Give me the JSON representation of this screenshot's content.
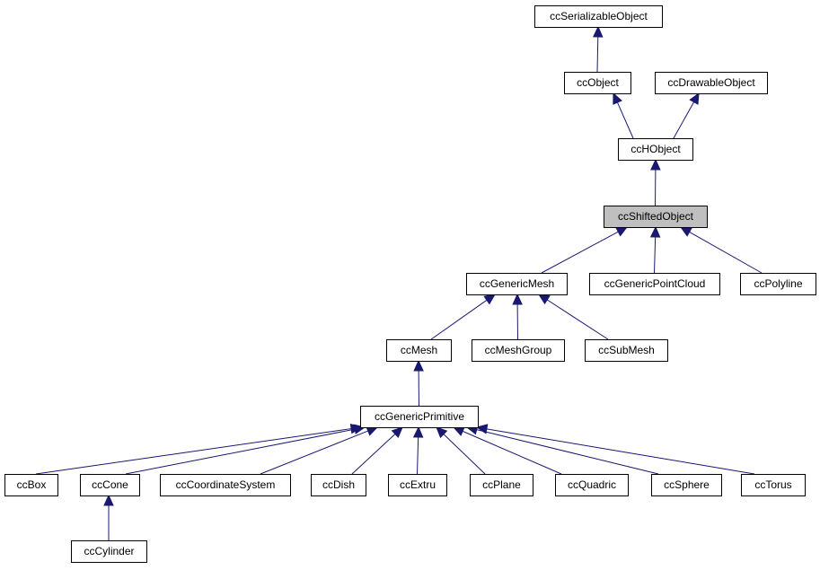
{
  "diagram": {
    "type": "class-inheritance-graph",
    "colors": {
      "node_fill": "#ffffff",
      "highlight_fill": "#bfbfbf",
      "border": "#000000",
      "edge": "#191970"
    },
    "highlighted": "ccShiftedObject",
    "nodes": [
      {
        "id": "ccSerializableObject",
        "label": "ccSerializableObject"
      },
      {
        "id": "ccObject",
        "label": "ccObject"
      },
      {
        "id": "ccDrawableObject",
        "label": "ccDrawableObject"
      },
      {
        "id": "ccHObject",
        "label": "ccHObject"
      },
      {
        "id": "ccShiftedObject",
        "label": "ccShiftedObject"
      },
      {
        "id": "ccGenericMesh",
        "label": "ccGenericMesh"
      },
      {
        "id": "ccGenericPointCloud",
        "label": "ccGenericPointCloud"
      },
      {
        "id": "ccPolyline",
        "label": "ccPolyline"
      },
      {
        "id": "ccMesh",
        "label": "ccMesh"
      },
      {
        "id": "ccMeshGroup",
        "label": "ccMeshGroup"
      },
      {
        "id": "ccSubMesh",
        "label": "ccSubMesh"
      },
      {
        "id": "ccGenericPrimitive",
        "label": "ccGenericPrimitive"
      },
      {
        "id": "ccBox",
        "label": "ccBox"
      },
      {
        "id": "ccCone",
        "label": "ccCone"
      },
      {
        "id": "ccCoordinateSystem",
        "label": "ccCoordinateSystem"
      },
      {
        "id": "ccDish",
        "label": "ccDish"
      },
      {
        "id": "ccExtru",
        "label": "ccExtru"
      },
      {
        "id": "ccPlane",
        "label": "ccPlane"
      },
      {
        "id": "ccQuadric",
        "label": "ccQuadric"
      },
      {
        "id": "ccSphere",
        "label": "ccSphere"
      },
      {
        "id": "ccTorus",
        "label": "ccTorus"
      },
      {
        "id": "ccCylinder",
        "label": "ccCylinder"
      }
    ],
    "edges": [
      {
        "from": "ccObject",
        "to": "ccSerializableObject"
      },
      {
        "from": "ccHObject",
        "to": "ccObject"
      },
      {
        "from": "ccHObject",
        "to": "ccDrawableObject"
      },
      {
        "from": "ccShiftedObject",
        "to": "ccHObject"
      },
      {
        "from": "ccGenericMesh",
        "to": "ccShiftedObject"
      },
      {
        "from": "ccGenericPointCloud",
        "to": "ccShiftedObject"
      },
      {
        "from": "ccPolyline",
        "to": "ccShiftedObject"
      },
      {
        "from": "ccMesh",
        "to": "ccGenericMesh"
      },
      {
        "from": "ccMeshGroup",
        "to": "ccGenericMesh"
      },
      {
        "from": "ccSubMesh",
        "to": "ccGenericMesh"
      },
      {
        "from": "ccGenericPrimitive",
        "to": "ccMesh"
      },
      {
        "from": "ccBox",
        "to": "ccGenericPrimitive"
      },
      {
        "from": "ccCone",
        "to": "ccGenericPrimitive"
      },
      {
        "from": "ccCoordinateSystem",
        "to": "ccGenericPrimitive"
      },
      {
        "from": "ccDish",
        "to": "ccGenericPrimitive"
      },
      {
        "from": "ccExtru",
        "to": "ccGenericPrimitive"
      },
      {
        "from": "ccPlane",
        "to": "ccGenericPrimitive"
      },
      {
        "from": "ccQuadric",
        "to": "ccGenericPrimitive"
      },
      {
        "from": "ccSphere",
        "to": "ccGenericPrimitive"
      },
      {
        "from": "ccTorus",
        "to": "ccGenericPrimitive"
      },
      {
        "from": "ccCylinder",
        "to": "ccCone"
      }
    ]
  }
}
